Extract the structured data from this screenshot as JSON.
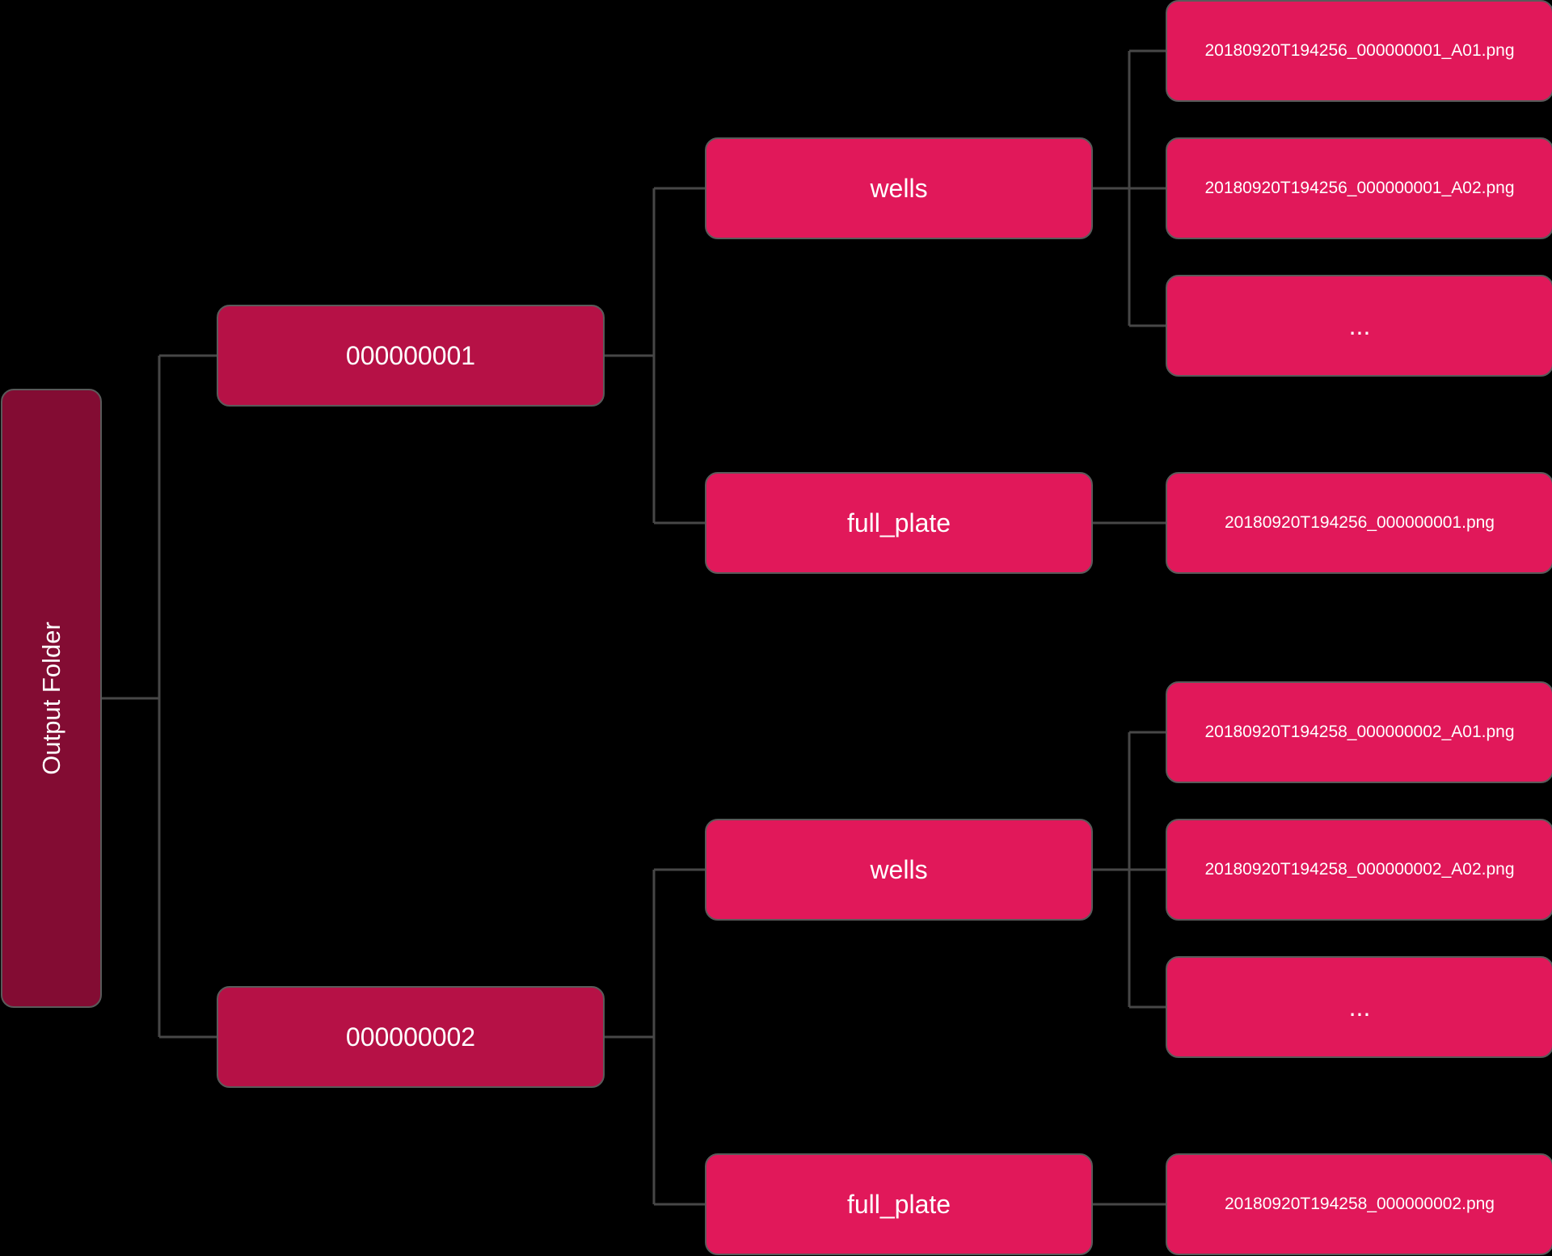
{
  "colors": {
    "background": "#000000",
    "root_fill": "#830c33",
    "plate_fill": "#b61146",
    "leaf_fill": "#e1185a",
    "connector": "#474747",
    "text": "#ffffff"
  },
  "tree": {
    "root": {
      "label": "Output Folder"
    },
    "plates": [
      {
        "label": "000000001",
        "wells": {
          "label": "wells",
          "files": [
            "20180920T194256_000000001_A01.png",
            "20180920T194256_000000001_A02.png",
            "..."
          ]
        },
        "full_plate": {
          "label": "full_plate",
          "files": [
            "20180920T194256_000000001.png"
          ]
        }
      },
      {
        "label": "000000002",
        "wells": {
          "label": "wells",
          "files": [
            "20180920T194258_000000002_A01.png",
            "20180920T194258_000000002_A02.png",
            "..."
          ]
        },
        "full_plate": {
          "label": "full_plate",
          "files": [
            "20180920T194258_000000002.png"
          ]
        }
      }
    ]
  }
}
